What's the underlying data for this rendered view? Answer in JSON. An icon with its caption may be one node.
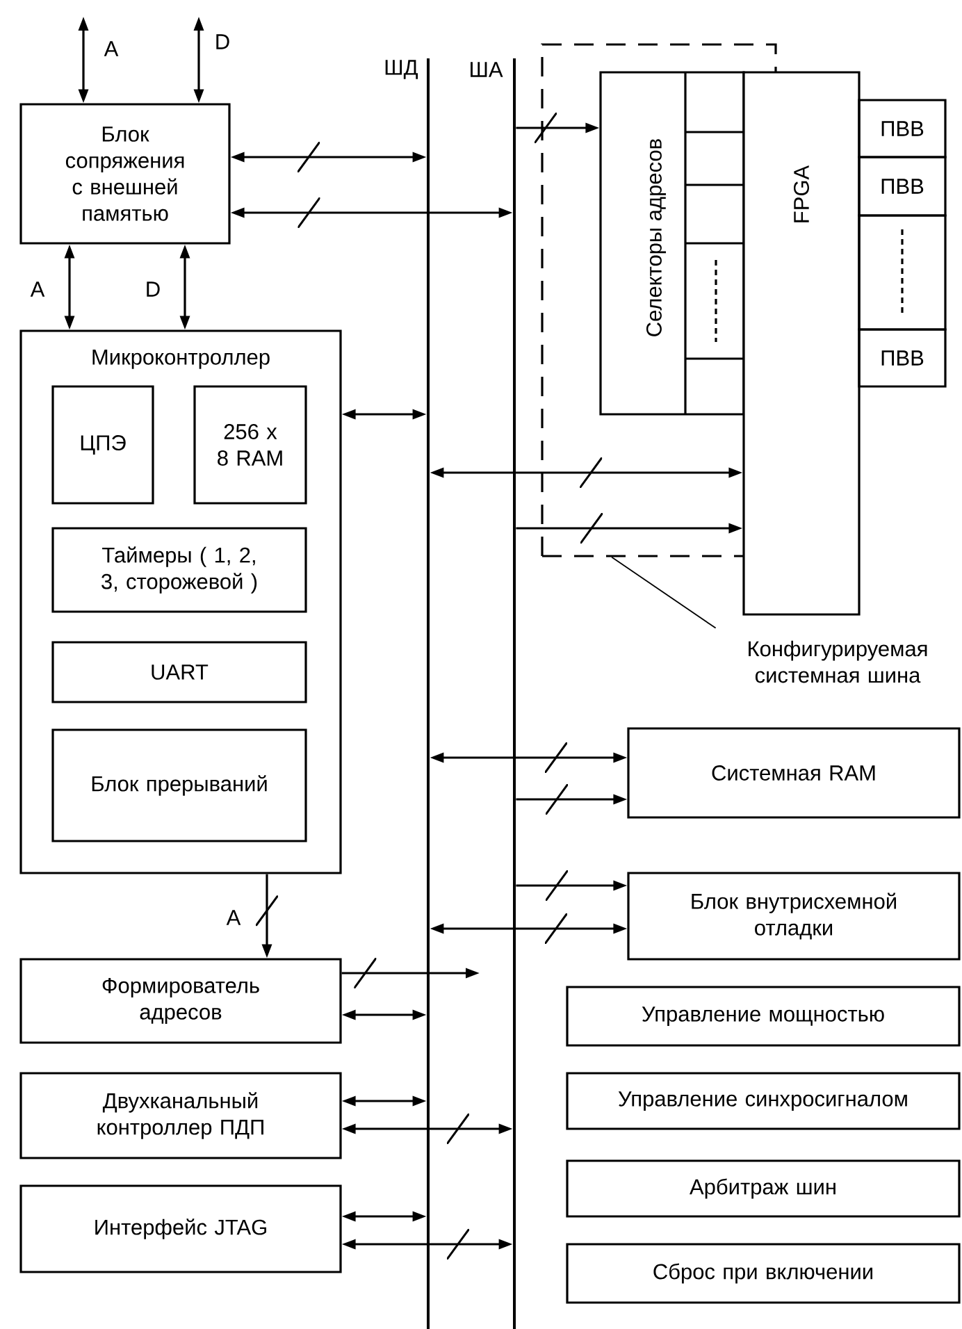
{
  "diagram": {
    "nodes": [
      {
        "text": [
          "Блок сопряжения с внешней памятью"
        ]
      },
      {
        "text": [
          "Микроконтроллер"
        ]
      },
      {
        "text": [
          "ЦПЭ"
        ],
        "in": 1
      },
      {
        "text": [
          "256 x 8 RAM"
        ],
        "in": 1
      },
      {
        "text": [
          "Таймеры ( 1, 2, 3, сторожевой )"
        ],
        "in": 1
      },
      {
        "text": [
          "UART"
        ],
        "in": 1
      },
      {
        "text": [
          "Блок прерываний"
        ],
        "in": 1
      },
      {
        "text": [
          "Формирователь адресов"
        ]
      },
      {
        "text": [
          "Двухканальный контроллер ПДП"
        ]
      },
      {
        "text": [
          "Интерфейс JTAG"
        ]
      },
      {
        "text": [
          "ШД"
        ]
      },
      {
        "text": [
          "ША"
        ]
      },
      {
        "text": [],
        "shape": "box"
      },
      {
        "text": [
          "Селекторы адресов"
        ],
        "in": 12
      },
      {
        "text": [
          "FPGA"
        ]
      },
      {
        "text": [
          "ПВВ"
        ]
      },
      {
        "text": [
          "ПВВ"
        ]
      },
      {
        "text": [],
        "shape": "box"
      },
      {
        "text": [
          "ПВВ"
        ]
      },
      {
        "text": [
          "Конфигурируемая системная шина"
        ]
      },
      {
        "text": [
          "Системная RAM"
        ]
      },
      {
        "text": [
          "Блок внутрисхемной отладки"
        ]
      },
      {
        "text": [
          "Управление мощностью"
        ]
      },
      {
        "text": [
          "Управление синхросигналом"
        ]
      },
      {
        "text": [
          "Арбитраж шин"
        ]
      },
      {
        "text": [
          "Сброс при включении"
        ]
      }
    ],
    "edges": [
      {
        "from": null,
        "to": 0,
        "arrow": "both",
        "label": "A"
      },
      {
        "from": null,
        "to": 0,
        "arrow": "both",
        "label": "D"
      },
      {
        "from": 0,
        "to": 1,
        "arrow": "both",
        "label": "A"
      },
      {
        "from": 0,
        "to": 1,
        "arrow": "both",
        "label": "D"
      },
      {
        "from": 0,
        "to": 10,
        "arrow": "both"
      },
      {
        "from": 0,
        "to": 11,
        "arrow": "both"
      },
      {
        "from": 11,
        "to": 13,
        "arrow": "to"
      },
      {
        "from": 1,
        "to": 10,
        "arrow": "both"
      },
      {
        "from": 10,
        "to": 14,
        "arrow": "both"
      },
      {
        "from": 11,
        "to": 14,
        "arrow": "to"
      },
      {
        "from": 10,
        "to": 20,
        "arrow": "both"
      },
      {
        "from": 11,
        "to": 20,
        "arrow": "to"
      },
      {
        "from": 11,
        "to": 21,
        "arrow": "to"
      },
      {
        "from": 10,
        "to": 21,
        "arrow": "both"
      },
      {
        "from": 7,
        "to": null,
        "arrow": "to"
      },
      {
        "from": 7,
        "to": 10,
        "arrow": "both"
      },
      {
        "from": 8,
        "to": 10,
        "arrow": "both"
      },
      {
        "from": 8,
        "to": 11,
        "arrow": "both"
      },
      {
        "from": 9,
        "to": 10,
        "arrow": "both"
      },
      {
        "from": 9,
        "to": 11,
        "arrow": "both"
      },
      {
        "from": 1,
        "to": 7,
        "arrow": "to",
        "label": "A"
      },
      {
        "from": 19,
        "to": 12,
        "arrow": "none"
      }
    ]
  }
}
